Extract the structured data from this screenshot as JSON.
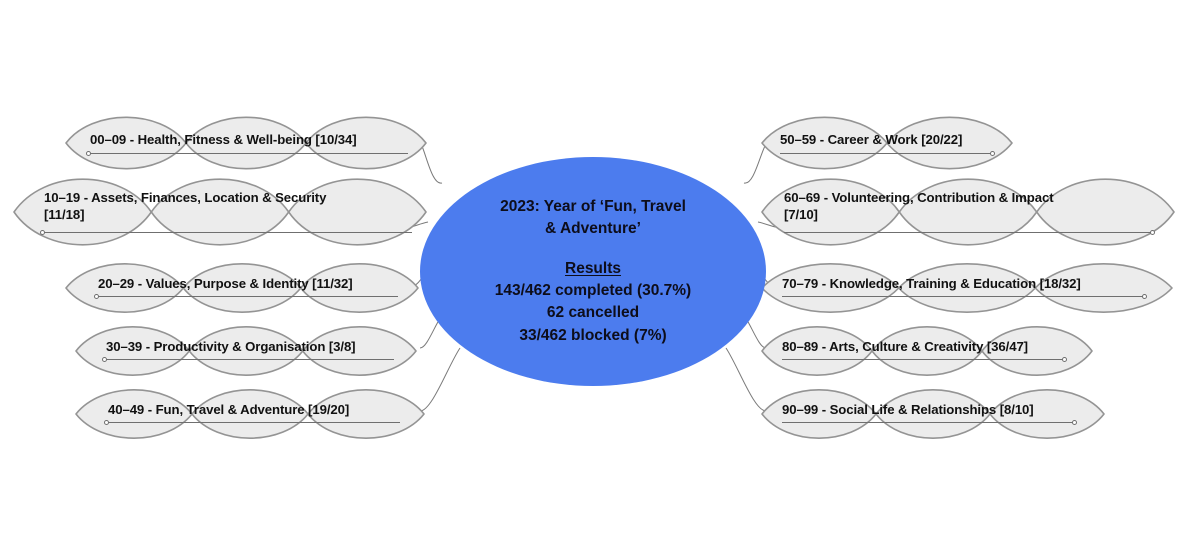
{
  "diagram": {
    "type": "mind-map",
    "background_color": "#ffffff",
    "center": {
      "shape": "ellipse",
      "fill_color": "#4c7cee",
      "text_color": "#0d0d1a",
      "title": "2023: Year of ‘Fun, Travel\n& Adventure’",
      "results_heading": "Results",
      "results_lines": "143/462 completed (30.7%)\n62 cancelled\n33/462 blocked (7%)",
      "stats": {
        "total": 462,
        "completed": 143,
        "completed_pct": "30.7%",
        "cancelled": 62,
        "blocked": 33,
        "blocked_pct": "7%"
      }
    },
    "node_style": {
      "shape": "cloud",
      "fill_color": "#ececec",
      "border_color": "#949494",
      "text_color": "#111111"
    },
    "branches_left": [
      {
        "label": "00–09 - Health, Fitness & Well-being [10/34]",
        "range": "00–09",
        "name": "Health, Fitness & Well-being",
        "done": 10,
        "total": 34
      },
      {
        "label": "10–19 - Assets, Finances, Location & Security\n[11/18]",
        "range": "10–19",
        "name": "Assets, Finances, Location & Security",
        "done": 11,
        "total": 18
      },
      {
        "label": "20–29 - Values, Purpose & Identity [11/32]",
        "range": "20–29",
        "name": "Values, Purpose & Identity",
        "done": 11,
        "total": 32
      },
      {
        "label": "30–39 - Productivity & Organisation [3/8]",
        "range": "30–39",
        "name": "Productivity & Organisation",
        "done": 3,
        "total": 8
      },
      {
        "label": "40–49 - Fun, Travel & Adventure [19/20]",
        "range": "40–49",
        "name": "Fun, Travel & Adventure",
        "done": 19,
        "total": 20
      }
    ],
    "branches_right": [
      {
        "label": "50–59 - Career & Work [20/22]",
        "range": "50–59",
        "name": "Career & Work",
        "done": 20,
        "total": 22
      },
      {
        "label": "60–69 - Volunteering, Contribution & Impact\n[7/10]",
        "range": "60–69",
        "name": "Volunteering, Contribution & Impact",
        "done": 7,
        "total": 10
      },
      {
        "label": "70–79 - Knowledge, Training & Education [18/32]",
        "range": "70–79",
        "name": "Knowledge, Training & Education",
        "done": 18,
        "total": 32
      },
      {
        "label": "80–89 - Arts, Culture & Creativity [36/47]",
        "range": "80–89",
        "name": "Arts, Culture & Creativity",
        "done": 36,
        "total": 47
      },
      {
        "label": "90–99 - Social Life & Relationships [8/10]",
        "range": "90–99",
        "name": "Social Life & Relationships",
        "done": 8,
        "total": 10
      }
    ]
  }
}
